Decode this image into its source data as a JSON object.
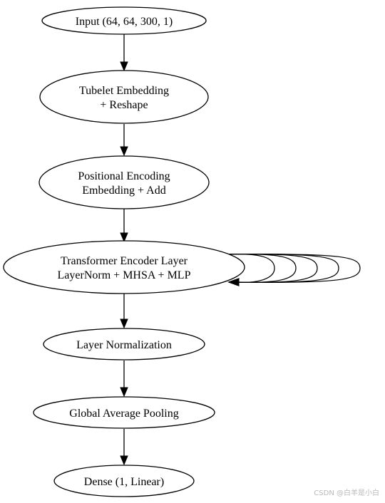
{
  "diagram": {
    "nodes": [
      {
        "lines": [
          "Input (64, 64, 300, 1)"
        ]
      },
      {
        "lines": [
          "Tubelet Embedding",
          "+ Reshape"
        ]
      },
      {
        "lines": [
          "Positional Encoding",
          "Embedding + Add"
        ]
      },
      {
        "lines": [
          "Transformer Encoder Layer",
          "LayerNorm + MHSA + MLP"
        ]
      },
      {
        "lines": [
          "Layer Normalization"
        ]
      },
      {
        "lines": [
          "Global Average Pooling"
        ]
      },
      {
        "lines": [
          "Dense (1, Linear)"
        ]
      }
    ],
    "edges": [
      {
        "from": 0,
        "to": 1
      },
      {
        "from": 1,
        "to": 2
      },
      {
        "from": 2,
        "to": 3
      },
      {
        "from": 3,
        "to": 4
      },
      {
        "from": 4,
        "to": 5
      },
      {
        "from": 5,
        "to": 6
      }
    ],
    "self_loops": {
      "node": 3,
      "count": 5
    }
  },
  "watermark": "CSDN @白羊是小白"
}
